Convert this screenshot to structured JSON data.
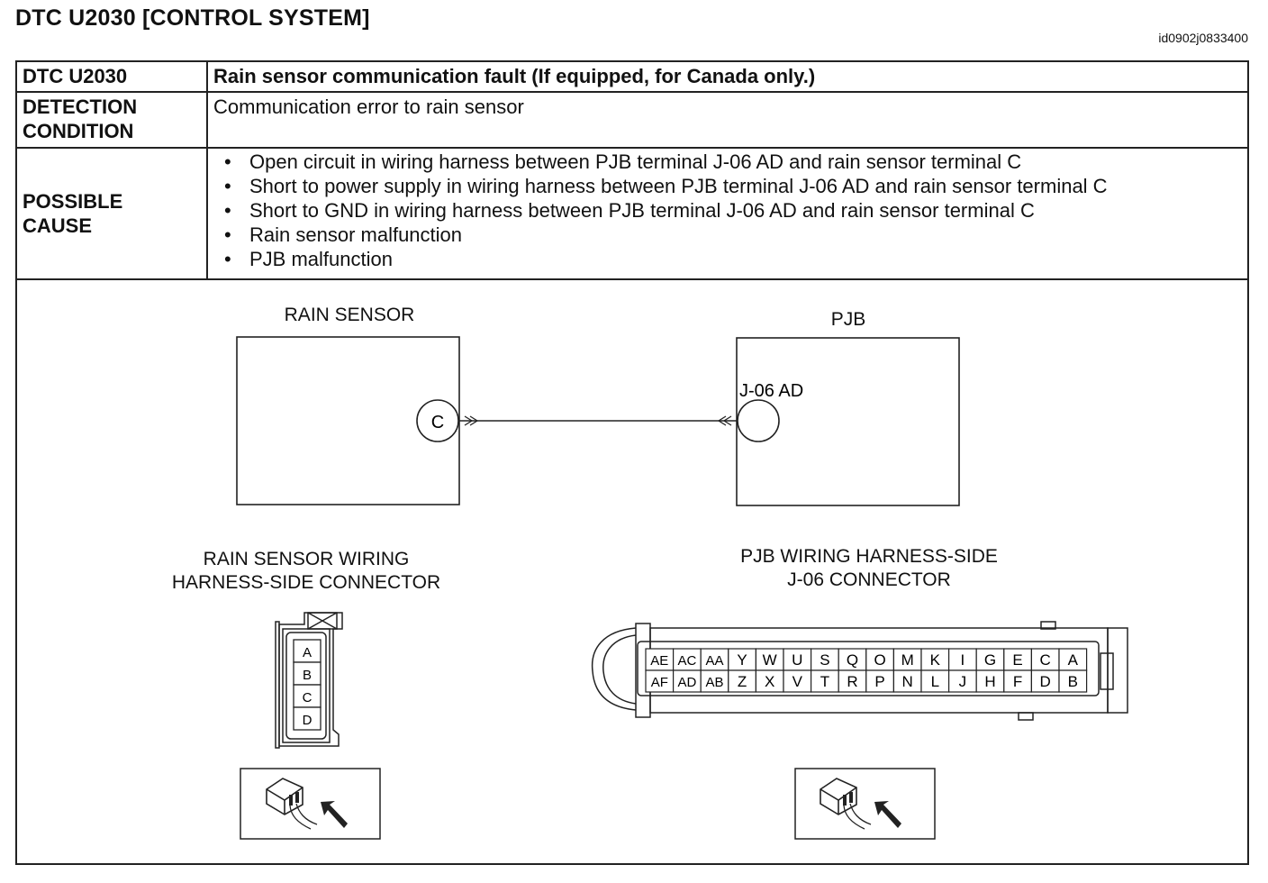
{
  "header": {
    "title": "DTC U2030 [CONTROL SYSTEM]",
    "doc_id": "id0902j0833400"
  },
  "table": {
    "row1": {
      "head": "DTC U2030",
      "value": "Rain sensor communication fault (If equipped, for Canada only.)"
    },
    "row2": {
      "head_line1": "DETECTION",
      "head_line2": "CONDITION",
      "value": "Communication error to rain sensor"
    },
    "row3": {
      "head_line1": "POSSIBLE",
      "head_line2": "CAUSE",
      "causes": [
        "Open circuit in wiring harness between PJB terminal J-06 AD and rain sensor terminal C",
        "Short to power supply in wiring harness between PJB terminal J-06 AD and rain sensor terminal C",
        "Short to GND in wiring harness between PJB terminal J-06 AD and rain sensor terminal C",
        "Rain sensor malfunction",
        "PJB malfunction"
      ]
    }
  },
  "diagram": {
    "rain_sensor_label": "RAIN SENSOR",
    "pjb_label": "PJB",
    "terminal_c": "C",
    "terminal_ad": "J-06 AD",
    "rs_connector_title_line1": "RAIN SENSOR WIRING",
    "rs_connector_title_line2": "HARNESS-SIDE CONNECTOR",
    "rs_pins": [
      "A",
      "B",
      "C",
      "D"
    ],
    "pjb_connector_title_line1": "PJB WIRING HARNESS-SIDE",
    "pjb_connector_title_line2": "J-06 CONNECTOR",
    "pjb_top_row": [
      "AE",
      "AC",
      "AA",
      "Y",
      "W",
      "U",
      "S",
      "Q",
      "O",
      "M",
      "K",
      "I",
      "G",
      "E",
      "C",
      "A"
    ],
    "pjb_bottom_row": [
      "AF",
      "AD",
      "AB",
      "Z",
      "X",
      "V",
      "T",
      "R",
      "P",
      "N",
      "L",
      "J",
      "H",
      "F",
      "D",
      "B"
    ]
  }
}
